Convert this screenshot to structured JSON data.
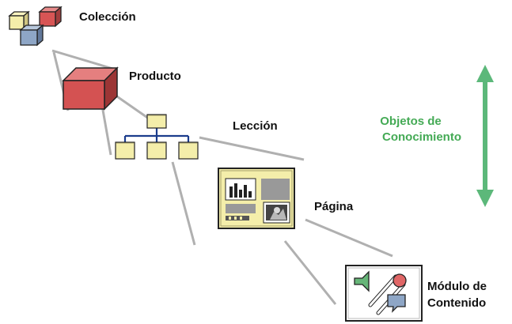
{
  "labels": {
    "coleccion": "Colección",
    "producto": "Producto",
    "leccion": "Lección",
    "pagina": "Página",
    "modulo_line1": "Módulo de",
    "modulo_line2": "Contenido"
  },
  "knowledge_objects": {
    "line1": "Objetos de",
    "line2": "Conocimiento"
  },
  "colors": {
    "connector": "#b0b0b0",
    "accent_green": "#44aa55",
    "arrow_green": "#5cb87a",
    "yellow": "#f4eeaa",
    "red": "#d85555",
    "blue": "#8ea6c6",
    "lesson_line": "#1b3c8c"
  },
  "icons": [
    "collection-cubes-icon",
    "product-box-icon",
    "lesson-tree-icon",
    "page-layout-icon",
    "content-module-icon"
  ]
}
